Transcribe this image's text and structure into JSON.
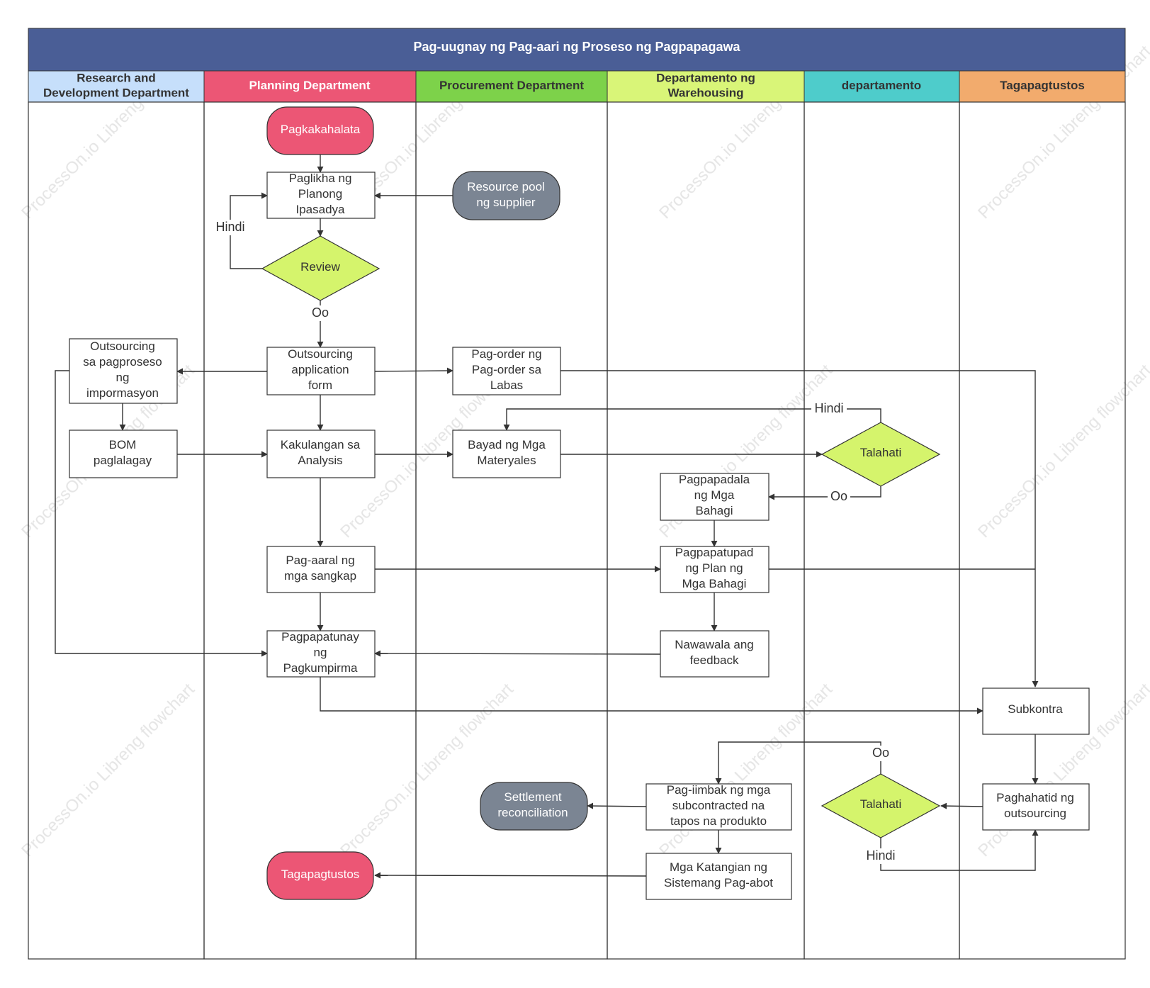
{
  "title": "Pag-uugnay ng Pag-aari ng Proseso ng Pagpapagawa",
  "watermark": "ProcessOn.io Libreng flowchart",
  "colors": {
    "title_bar": "#4a5e96",
    "pink": "#ec5675",
    "gray": "#7b8593",
    "green_diamond": "#d5f46c",
    "line": "#333333"
  },
  "lanes": [
    {
      "label": "Research and\nDevelopment Department",
      "color": "#c6dffb",
      "text_color": "#333333"
    },
    {
      "label": "Planning Department",
      "color": "#ec5675",
      "text_color": "#ffffff"
    },
    {
      "label": "Procurement Department",
      "color": "#7dd24a",
      "text_color": "#333333"
    },
    {
      "label": "Departamento ng\nWarehousing",
      "color": "#d9f578",
      "text_color": "#333333"
    },
    {
      "label": "departamento",
      "color": "#4ecccb",
      "text_color": "#333333"
    },
    {
      "label": "Tagapagtustos",
      "color": "#f2ab6d",
      "text_color": "#333333"
    }
  ],
  "nodes": {
    "start": {
      "label": "Pagkakahalata"
    },
    "create_plan": {
      "label": "Paglikha ng\nPlanong\nIpasadya"
    },
    "resource_pool": {
      "label": "Resource pool\nng supplier"
    },
    "review": {
      "label": "Review"
    },
    "outsourcing_form": {
      "label": "Outsourcing\napplication\nform"
    },
    "outsourcing_info": {
      "label": "Outsourcing\nsa pagproseso\nng\nimpormasyon"
    },
    "external_order": {
      "label": "Pag-order ng\nPag-order sa\nLabas"
    },
    "bom": {
      "label": "BOM\npaglalagay"
    },
    "shortage_analysis": {
      "label": "Kakulangan sa\nAnalysis"
    },
    "pay_materials": {
      "label": "Bayad ng Mga\nMateryales"
    },
    "talahati_1": {
      "label": "Talahati"
    },
    "send_parts": {
      "label": "Pagpapadala\nng Mga\nBahagi"
    },
    "study_components": {
      "label": "Pag-aaral ng\nmga sangkap"
    },
    "implement_plan": {
      "label": "Pagpapatupad\nng Plan ng\nMga Bahagi"
    },
    "confirmation": {
      "label": "Pagpapatunay\nng\nPagkumpirma"
    },
    "lost_feedback": {
      "label": "Nawawala ang\nfeedback"
    },
    "subcontract": {
      "label": "Subkontra"
    },
    "store_products": {
      "label": "Pag-iimbak ng mga\nsubcontracted na\ntapos na produkto"
    },
    "settlement": {
      "label": "Settlement\nreconciliation"
    },
    "talahati_2": {
      "label": "Talahati"
    },
    "deliver_outsourcing": {
      "label": "Paghahatid ng\noutsourcing"
    },
    "delivery_system": {
      "label": "Mga Katangian ng\nSistemang Pag-abot"
    },
    "end": {
      "label": "Tagapagtustos"
    }
  },
  "edge_labels": {
    "review_no": "Hindi",
    "review_yes": "Oo",
    "talahati1_no": "Hindi",
    "talahati1_yes": "Oo",
    "talahati2_yes": "Oo",
    "talahati2_no": "Hindi"
  }
}
